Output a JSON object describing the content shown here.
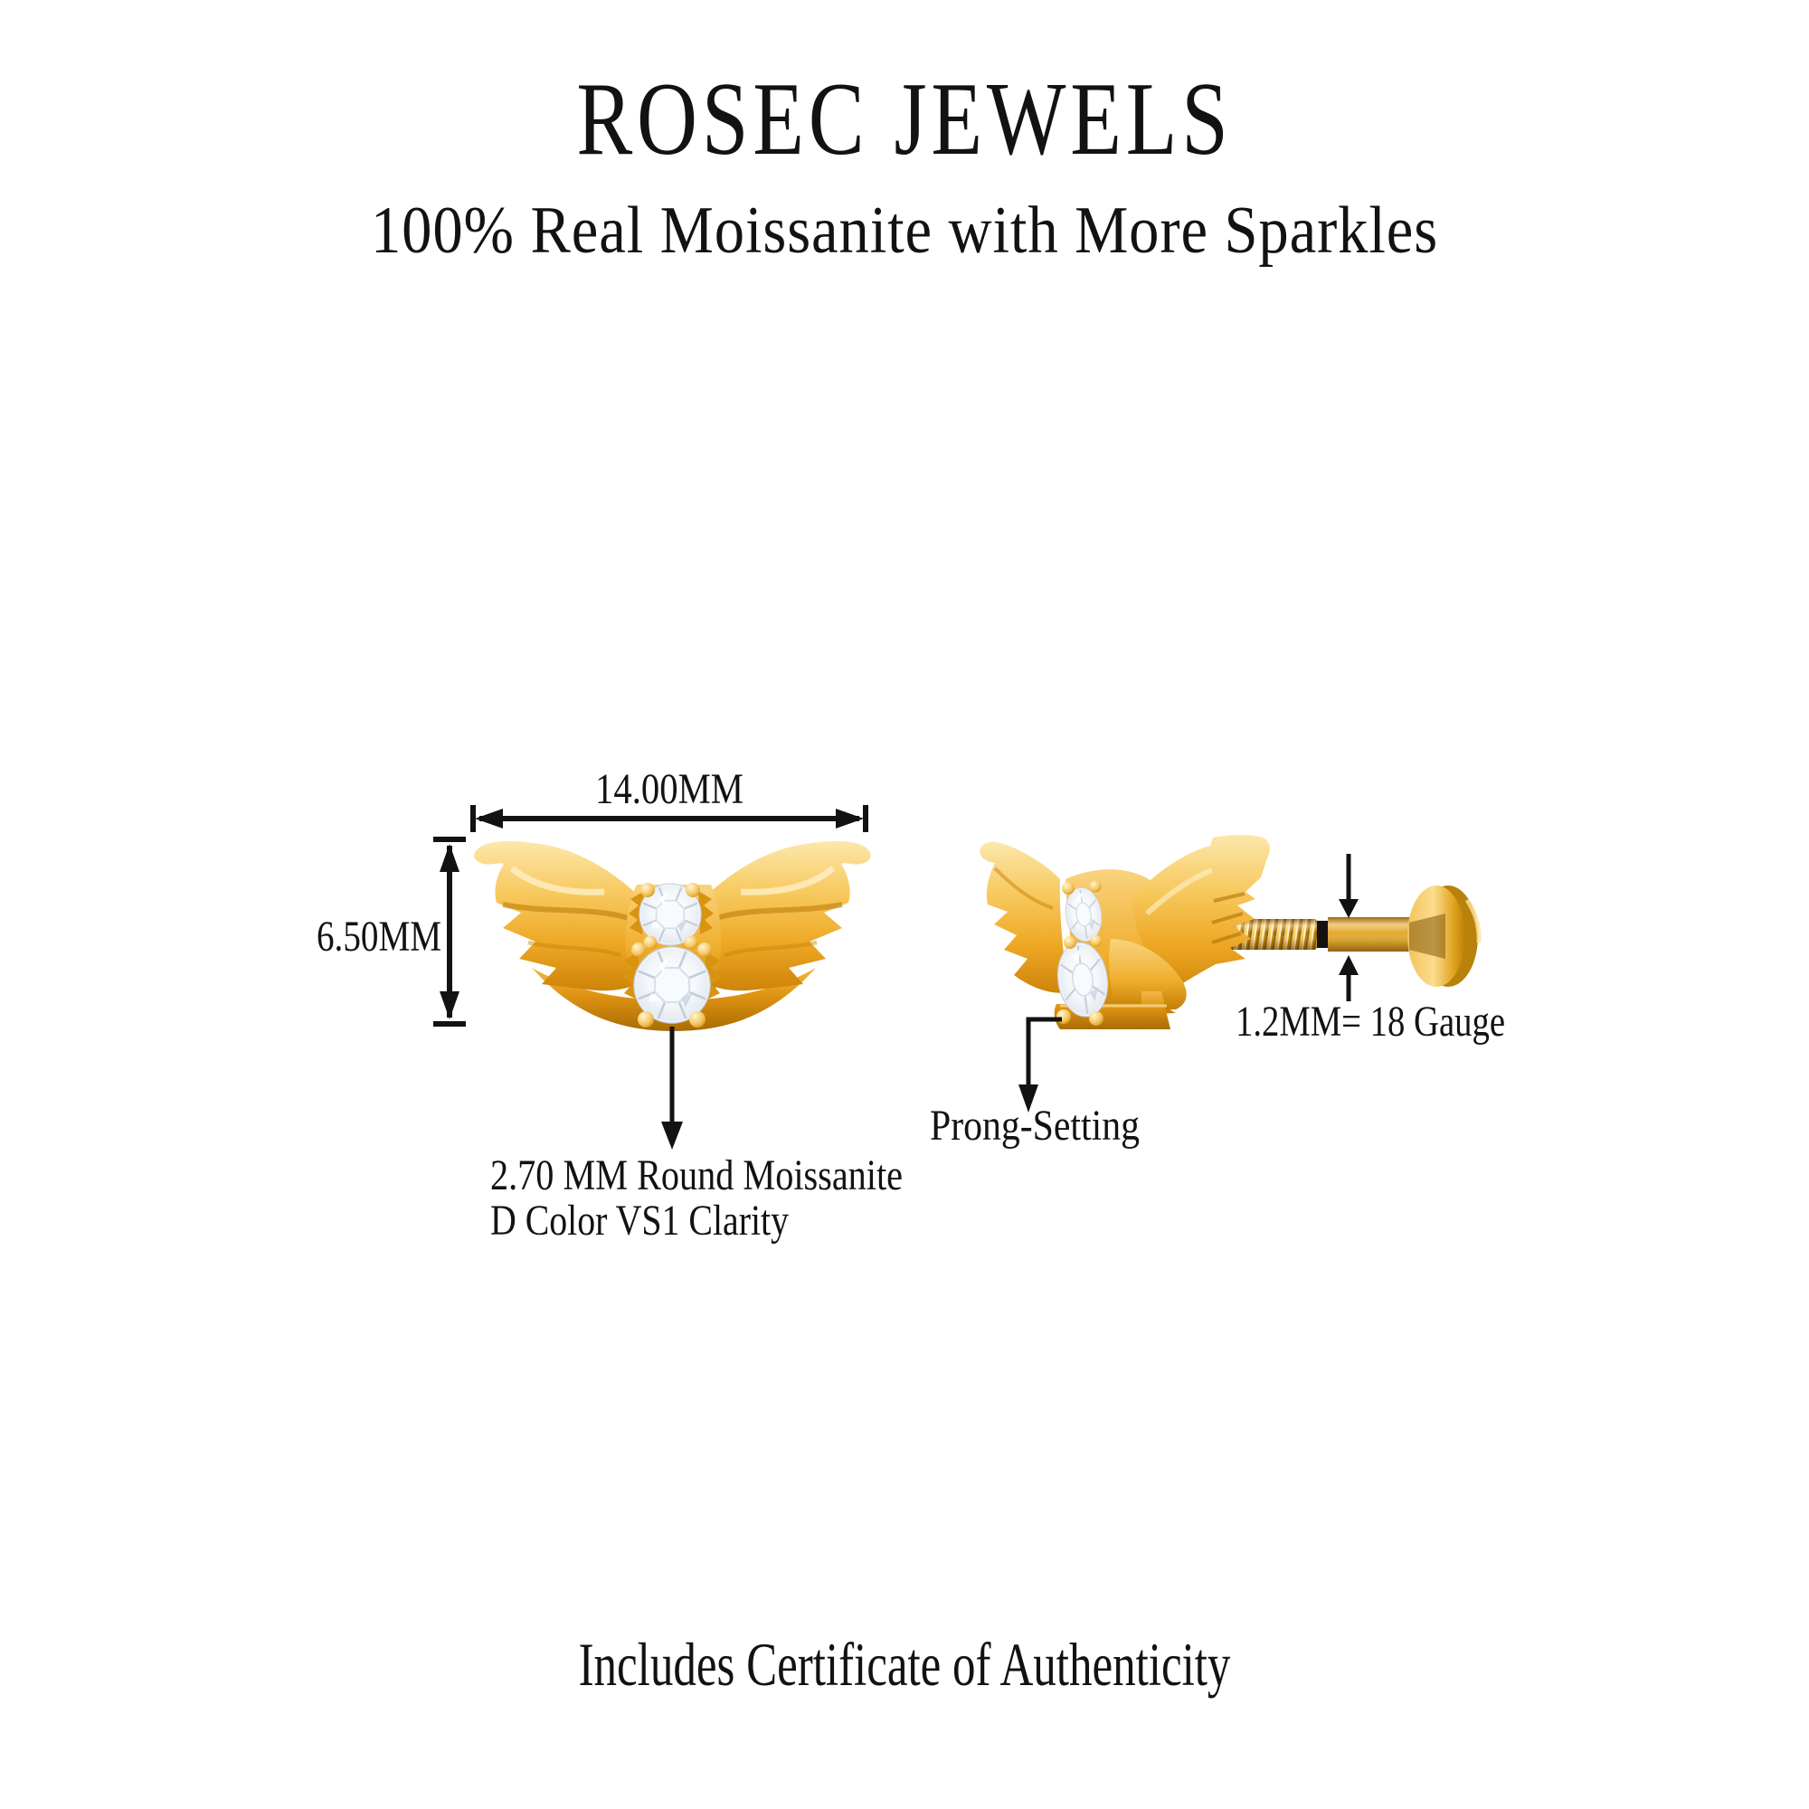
{
  "header": {
    "brand": "ROSEC JEWELS",
    "tagline": "100% Real Moissanite with More Sparkles"
  },
  "diagram": {
    "front_view": {
      "width_label": "14.00MM",
      "height_label": "6.50MM",
      "stone_note_line1": "2.70 MM Round Moissanite",
      "stone_note_line2": "D Color VS1 Clarity"
    },
    "side_view": {
      "setting_label": "Prong-Setting",
      "gauge_label": "1.2MM= 18 Gauge"
    }
  },
  "colors": {
    "background": "#ffffff",
    "annotation_ink": "#121212",
    "gold_highlight": "#fce7ac",
    "gold_mid": "#f0ac2c",
    "gold_deep": "#ce8408",
    "gold_shadow": "#a96c03",
    "stone_white": "#ffffff",
    "stone_facet": "#c6cfdb"
  },
  "footer": {
    "note": "Includes Certificate of Authenticity"
  }
}
